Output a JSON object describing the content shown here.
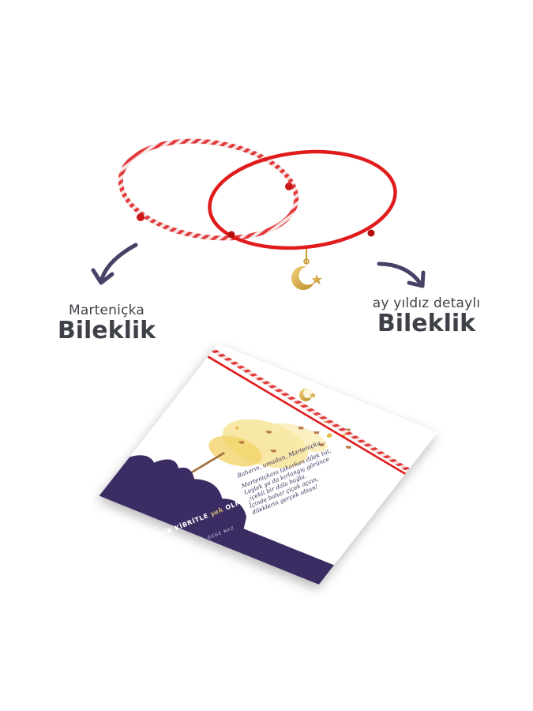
{
  "labels": {
    "left_small": "Marteniçka",
    "left_big": "Bileklik",
    "right_small": "ay yıldız detaylı",
    "right_big": "Bileklik"
  },
  "card": {
    "poem_line1": "Baharın, umudun, Marteniçka...",
    "poem_lines": [
      "Marteniçkanı takarken dilek tut,",
      "Leylek ya da kırlangıç görünce",
      "çiçekli bir dala bağla.",
      "İçinde bahar çiçek açsın,",
      "dileklerin gerçek olsun!"
    ],
    "brand_pre": "BİR KİBRİTLE",
    "brand_script": "yak",
    "brand_post": "OLMAK",
    "brand_sub": "ÖZGE NAZ"
  },
  "colors": {
    "red_cord": "#e01b1b",
    "white_cord": "#f6e6e6",
    "arrow": "#454266",
    "label_text": "#3f4148",
    "card_purple": "#3b2d63",
    "gold": "#d9a93c"
  },
  "icons": {
    "arrow_left": "curved-arrow-down-left-icon",
    "arrow_right": "curved-arrow-down-right-icon",
    "charm": "crescent-star-icon"
  }
}
